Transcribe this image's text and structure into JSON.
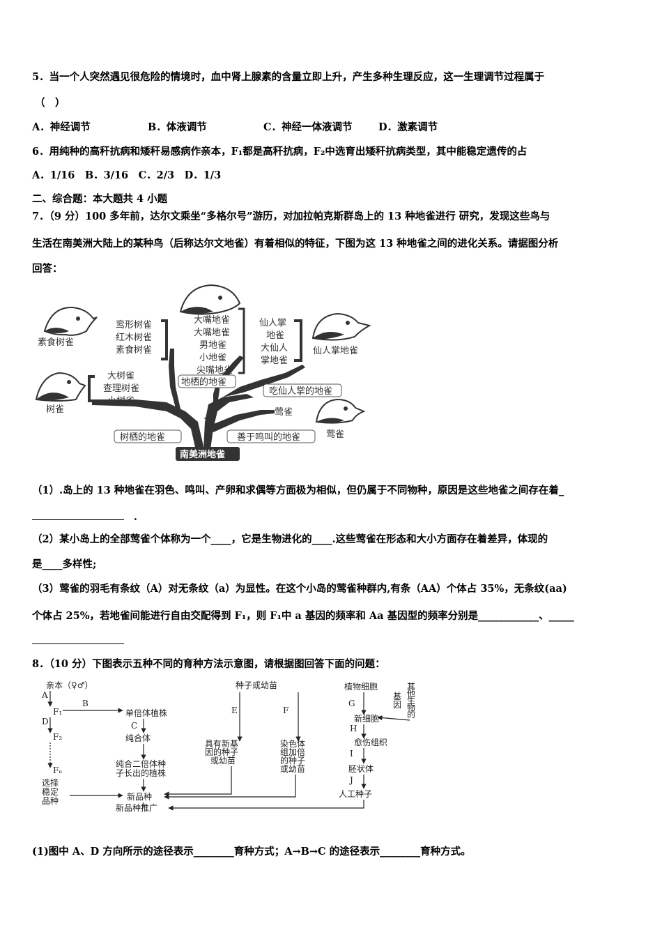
{
  "q5": {
    "text": "5．当一个人突然遇见很危险的情境时，血中肾上腺素的含量立即上升，产生多种生理反应，这一生理调节过程属于",
    "paren": "（　）",
    "options": [
      "A．神经调节",
      "B．体液调节",
      "C．神经一体液调节",
      "D．激素调节"
    ]
  },
  "q6": {
    "text": "6．用纯种的高秆抗病和矮秆易感病作亲本，F₁都是高秆抗病，F₂中选育出矮秆抗病类型，其中能稳定遗传的占",
    "options": "A．1/16　B．3/16　C．2/3　D．1/3"
  },
  "section2": "二、综合题：本大题共 4 小题",
  "q7": {
    "line1": "7．（9 分）100 多年前，达尔文乘坐“多格尔号”游历，对加拉帕克斯群岛上的 13 种地雀进行 研究，发现这些鸟与",
    "line2": "生活在南美洲大陆上的某种鸟（后称达尔文地雀）有着相似的特征，下图为这 13 种地雀之间的进化关系。请据图分析",
    "line3": "回答：",
    "figure": {
      "bird_seed_tree": "素食树雀",
      "bird_tree": "树雀",
      "bird_cactus": "仙人掌地雀",
      "bird_warbler": "莺雀",
      "group_tree1": [
        "鸾形树雀",
        "红木树雀",
        "素食树雀"
      ],
      "group_tree2": [
        "大树雀",
        "查理树雀",
        "小树雀"
      ],
      "group_ground": [
        "大嘴地雀",
        "大嘴地雀",
        "男地雀",
        "小地雀",
        "尖嘴地雀"
      ],
      "group_cactus": [
        "仙人掌",
        "地雀",
        "大仙人",
        "掌地雀"
      ],
      "label_ground_habit": "地栖的地雀",
      "label_cactus_eating": "吃仙人掌的地雀",
      "label_warbler": "莺雀",
      "label_tree_habit": "树栖的地雀",
      "label_singing": "善于鸣叫的地雀",
      "label_root": "南美洲地雀"
    },
    "sub1": "（1）.岛上的 13 种地雀在羽色、鸣叫、产卵和求偶等方面极为相似，但仍属于不同物种，原因是这些地雀之间存在着_",
    "sub1_end": ".",
    "sub2a": "（2）某小岛上的全部莺雀个体称为一个____，它是生物进化的____.这些莺雀在形态和大小方面存在着差异，体现的",
    "sub2b": "是____多样性;",
    "sub3a": "（3）莺雀的羽毛有条纹（A）对无条纹（a）为显性。在这个小岛的莺雀种群内,有条（AA）个体占 35%，无条纹(aa)",
    "sub3b": "个体占 25%，若地雀间能进行自由交配得到 F₁，则 F₁中 a 基因的频率和 Aa 基因型的频率分别是____________、_____"
  },
  "q8": {
    "intro": "8．（10 分）下图表示五种不同的育种方法示意图，请根据图回答下面的问题：",
    "figure": {
      "parent": "亲本（♀♂）",
      "A": "A",
      "B": "B",
      "C": "C",
      "D": "D",
      "E": "E",
      "F": "F",
      "G": "G",
      "H": "H",
      "I": "I",
      "J": "J",
      "F1": "F₁",
      "F2": "F₂",
      "Fn": "Fₙ",
      "haploid": "单倍体植株",
      "pure": "纯合体",
      "pure_diploid": [
        "纯合二倍体种",
        "子长出的植株"
      ],
      "select": [
        "选择",
        "稳定",
        "品种"
      ],
      "new_variety": "新品种",
      "promote": "新品种推广",
      "seed": "种子或幼苗",
      "new_gene": [
        "具有新基",
        "因的种子",
        "或幼苗"
      ],
      "polyploid": [
        "染色体",
        "组加倍",
        "的种子",
        "或幼苗"
      ],
      "plant_cell": "植物细胞",
      "other_gene": [
        "其",
        "他",
        "生",
        "物",
        "的"
      ],
      "gene": [
        "基",
        "因"
      ],
      "new_cell": "新细胞",
      "callus": "愈伤组织",
      "embryoid": "胚状体",
      "artificial_seed": "人工种子"
    },
    "sub1": "(1)图中 A、D 方向所示的途径表示________育种方式；A→B→C 的途径表示________育种方式。"
  }
}
